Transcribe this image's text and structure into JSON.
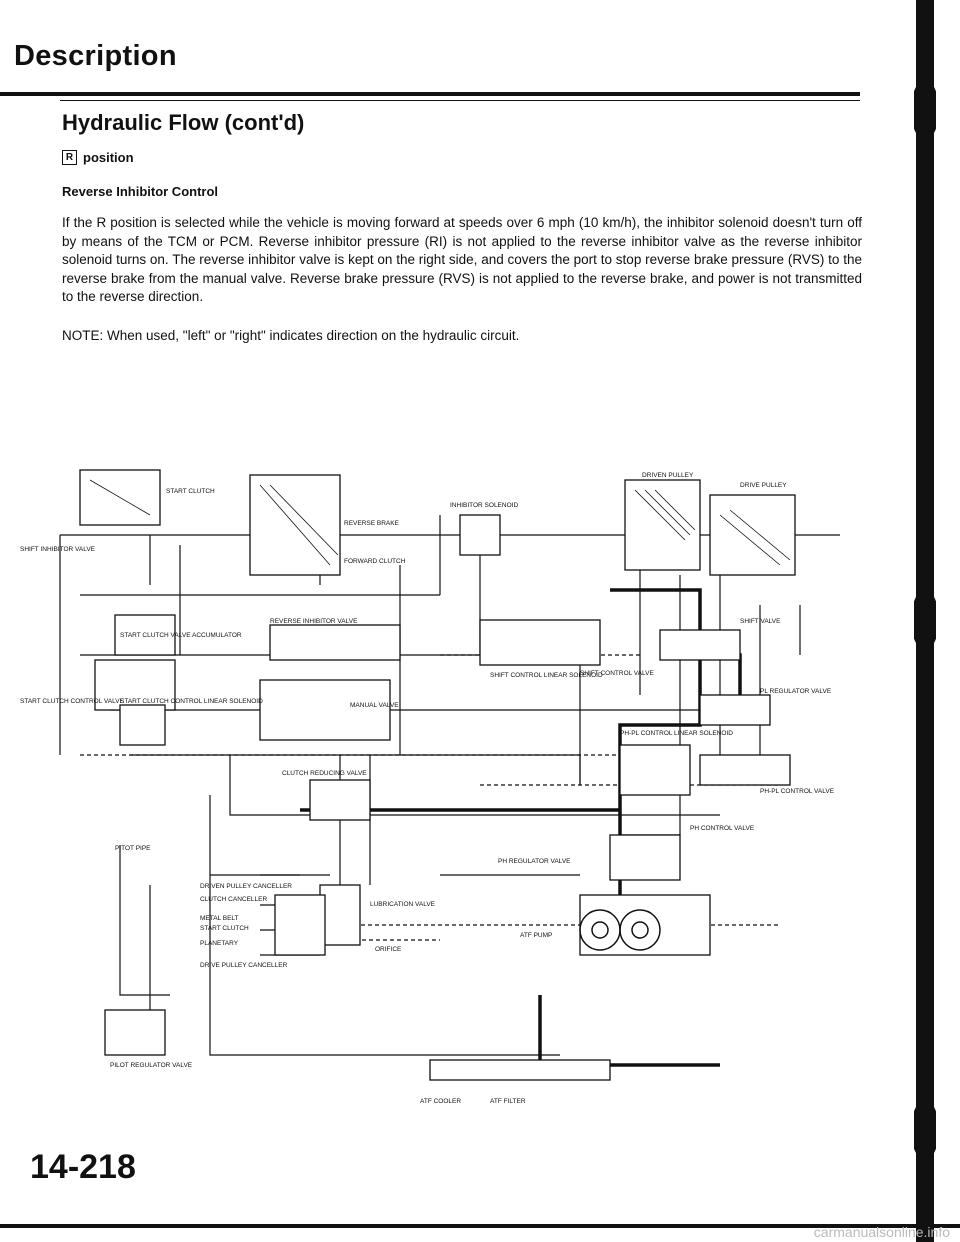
{
  "header": {
    "section_title": "Description",
    "subtitle": "Hydraulic Flow (cont'd)",
    "position_key": "R",
    "position_label": "position",
    "control_heading": "Reverse Inhibitor Control"
  },
  "body": {
    "paragraph": "If the R position is selected while the vehicle is moving forward at speeds over 6 mph (10 km/h), the inhibitor solenoid doesn't turn off by means of the TCM or PCM. Reverse inhibitor pressure (RI) is not applied to the reverse inhibitor valve as the reverse inhibitor solenoid turns on. The reverse inhibitor valve is kept on the right side, and covers the port to stop reverse brake pressure (RVS) to the reverse brake from the manual valve. Reverse brake pressure (RVS) is not applied to the reverse brake, and power is not transmitted to the reverse direction.",
    "note": "NOTE: When used, \"left\" or \"right\" indicates direction on the hydraulic circuit."
  },
  "diagram": {
    "labels": {
      "start_clutch": "START CLUTCH",
      "inhibitor_solenoid": "INHIBITOR SOLENOID",
      "driven_pulley": "DRIVEN PULLEY",
      "drive_pulley": "DRIVE PULLEY",
      "reverse_brake": "REVERSE BRAKE",
      "forward_clutch": "FORWARD CLUTCH",
      "shift_inhibitor_valve": "SHIFT INHIBITOR VALVE",
      "reverse_inhibitor_valve": "REVERSE INHIBITOR VALVE",
      "shift_valve": "SHIFT VALVE",
      "start_clutch_valve_accumulator": "START CLUTCH VALVE ACCUMULATOR",
      "shift_control_linear_solenoid": "SHIFT CONTROL LINEAR SOLENOID",
      "shift_control_valve": "SHIFT CONTROL VALVE",
      "start_clutch_control_valve": "START CLUTCH CONTROL VALVE",
      "start_clutch_control_linear_solenoid": "START CLUTCH CONTROL LINEAR SOLENOID",
      "manual_valve": "MANUAL VALVE",
      "pl_regulator_valve": "PL REGULATOR VALVE",
      "ph_pl_control_linear_solenoid": "PH-PL CONTROL LINEAR SOLENOID",
      "clutch_reducing_valve": "CLUTCH REDUCING VALVE",
      "ph_pl_control_valve": "PH-PL CONTROL VALVE",
      "ph_control_valve": "PH CONTROL VALVE",
      "pitot_pipe": "PITOT PIPE",
      "ph_regulator_valve": "PH REGULATOR VALVE",
      "driven_pulley_canceller": "DRIVEN PULLEY CANCELLER",
      "clutch_canceller": "CLUTCH CANCELLER",
      "metal_belt": "METAL BELT",
      "start_clutch_2": "START CLUTCH",
      "lubrication_valve": "LUBRICATION VALVE",
      "planetary": "PLANETARY",
      "atf_pump": "ATF PUMP",
      "drive_pulley_canceller": "DRIVE PULLEY CANCELLER",
      "orifice": "ORIFICE",
      "pilot_regulator_valve": "PILOT REGULATOR VALVE",
      "atf_cooler": "ATF COOLER",
      "atf_filter": "ATF FILTER"
    }
  },
  "footer": {
    "page_number": "14-218",
    "watermark": "carmanualsonline.info"
  }
}
